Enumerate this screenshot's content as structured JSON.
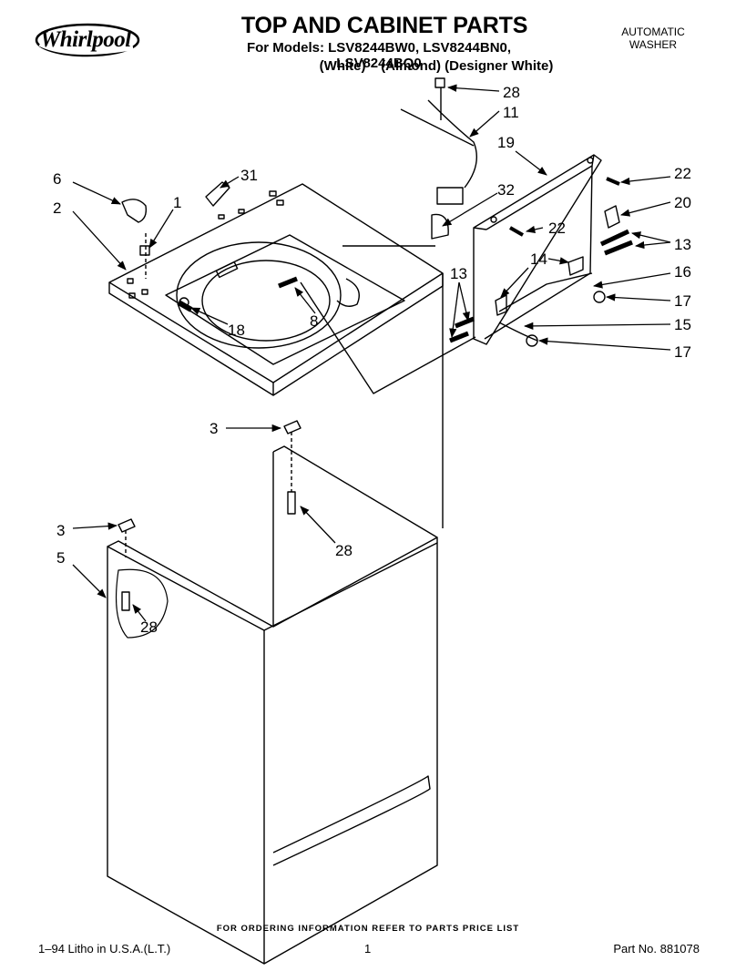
{
  "header": {
    "brand": "Whirlpool",
    "title": "TOP AND CABINET PARTS",
    "models": "For Models: LSV8244BW0, LSV8244BN0, LSV8244BQ0",
    "colors": "(White)    (Almond) (Designer White)",
    "product_line1": "AUTOMATIC",
    "product_line2": "WASHER"
  },
  "callouts": {
    "c28a": "28",
    "c11": "11",
    "c19": "19",
    "c6": "6",
    "c31": "31",
    "c1": "1",
    "c2": "2",
    "c32": "32",
    "c22a": "22",
    "c22b": "22",
    "c20": "20",
    "c13a": "13",
    "c14": "14",
    "c13b": "13",
    "c16": "16",
    "c17a": "17",
    "c8": "8",
    "c18": "18",
    "c15": "15",
    "c17b": "17",
    "c3a": "3",
    "c28b": "28",
    "c3b": "3",
    "c5": "5",
    "c28c": "28"
  },
  "footer": {
    "ordering_note": "FOR ORDERING INFORMATION REFER TO PARTS PRICE LIST",
    "litho": "1–94 Litho in U.S.A.(L.T.)",
    "page": "1",
    "part_no": "Part No. 881078"
  }
}
